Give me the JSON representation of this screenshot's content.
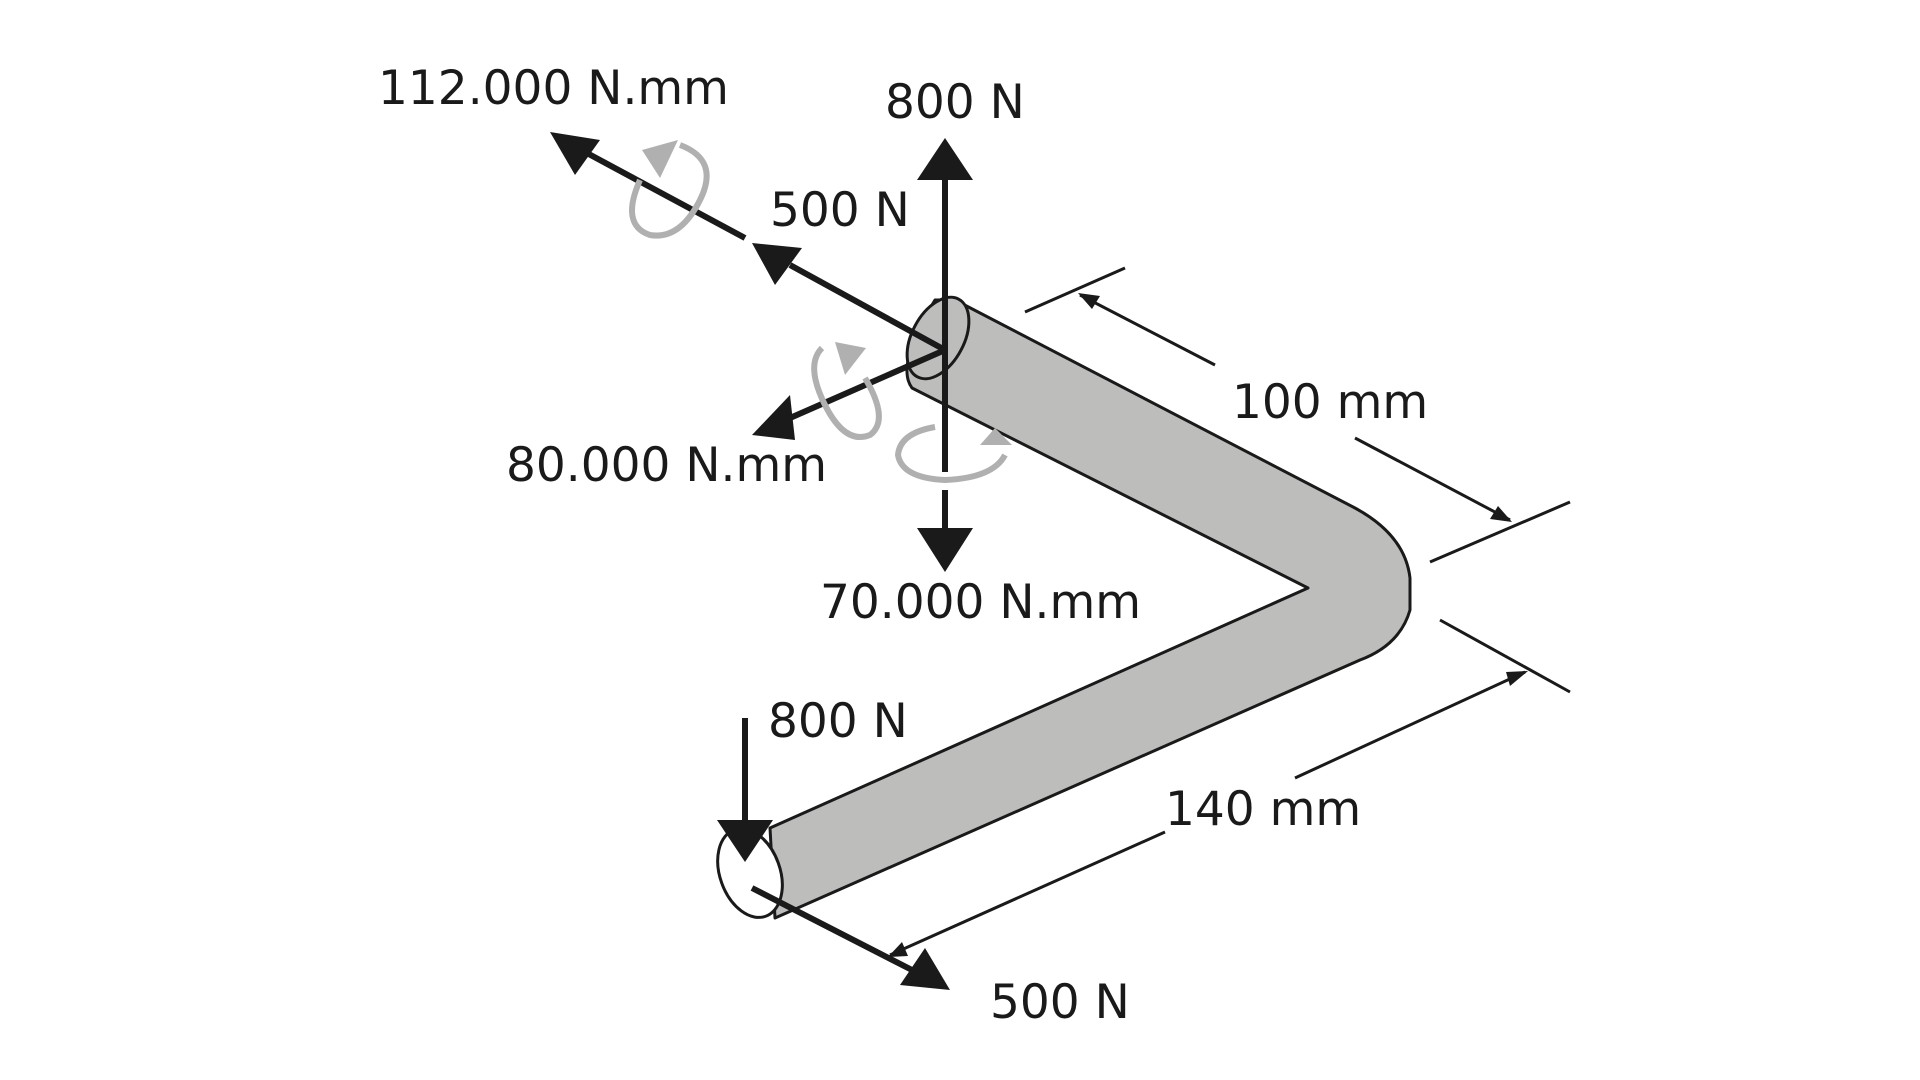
{
  "labels": {
    "moment_112000": "112.000 N.mm",
    "force_800_top": "800 N",
    "force_500_top": "500 N",
    "dim_100": "100 mm",
    "moment_80000": "80.000 N.mm",
    "moment_70000": "70.000 N.mm",
    "force_800_bottom": "800 N",
    "dim_140": "140 mm",
    "force_500_bottom": "500 N"
  },
  "colors": {
    "ink": "#1a1a1a",
    "pipe_fill": "#bdbdbc",
    "moment_arrow": "#b0b0b0",
    "background": "#ffffff"
  },
  "icons": {
    "moment_112000": "circular-arrow-icon",
    "moment_80000": "circular-arrow-icon",
    "moment_70000": "circular-arrow-icon"
  }
}
